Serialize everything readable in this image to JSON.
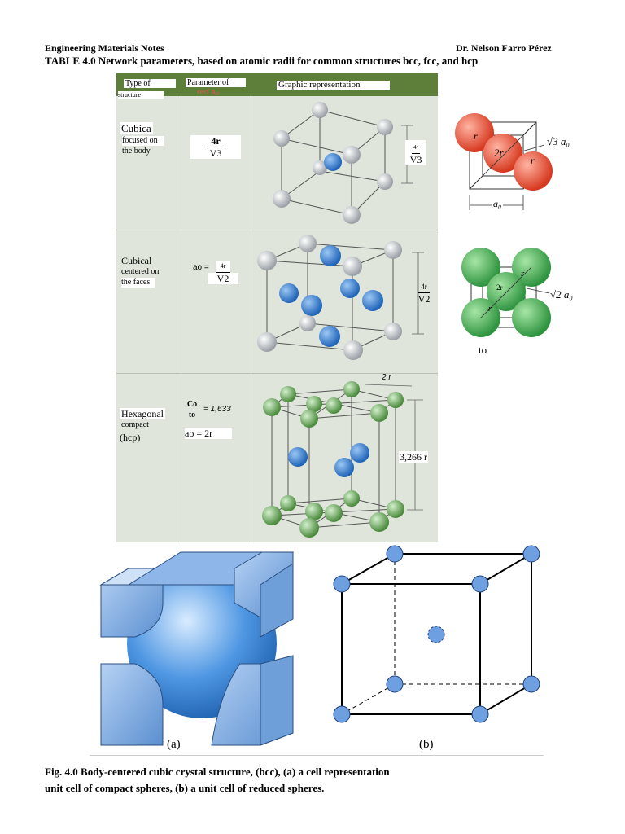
{
  "header": {
    "left": "Engineering Materials Notes",
    "right": "Dr. Nelson Farro Pérez",
    "title": "TABLE 4.0 Network parameters, based on atomic radii for common structures bcc, fcc, and hcp"
  },
  "table": {
    "col_type": "Type of",
    "col_type2": "structure",
    "col_param": "Parameter of",
    "col_param2": "red  a₀",
    "col_graphic": "Graphic representation",
    "rows": [
      {
        "name": "Cubica",
        "sub1": "focused on",
        "sub2": "the body",
        "num": "4r",
        "den": "V3",
        "side_num": "4r",
        "side_den": "V3"
      },
      {
        "name": "Cubical",
        "sub1": "centered on",
        "sub2": "the faces",
        "prefix": "ao =",
        "num": "4r",
        "den": "V2",
        "side_num": "4r",
        "side_den": "V2"
      },
      {
        "name": "Hexagonal",
        "sub1": "compact",
        "sub2": "(hcp)",
        "co_num": "Co",
        "co_den": "to",
        "co_val": "= 1,633",
        "ao": "ao = 2r",
        "top_label": "2 r",
        "height_label": "3,266 r"
      }
    ]
  },
  "side_figures": {
    "bcc_r1": "r",
    "bcc_2r": "2r",
    "bcc_r2": "r",
    "bcc_diag": "√3 a₀",
    "bcc_a0": "a₀",
    "fcc_r1": "r",
    "fcc_2r": "2r",
    "fcc_r2": "r",
    "fcc_diag": "√2 a₀",
    "fcc_to": "to"
  },
  "figure": {
    "label_a": "(a)",
    "label_b": "(b)",
    "caption_line1": "Fig. 4.0 Body-centered cubic crystal structure, (bcc), (a) a cell representation",
    "caption_line2": "unit cell of compact spheres, (b) a unit cell of reduced spheres."
  },
  "colors": {
    "table_bg": "#dfe5da",
    "table_bar": "#5e7f3a",
    "blue": "#3f8ad8",
    "green": "#4caf5a",
    "red": "#e8553f"
  }
}
